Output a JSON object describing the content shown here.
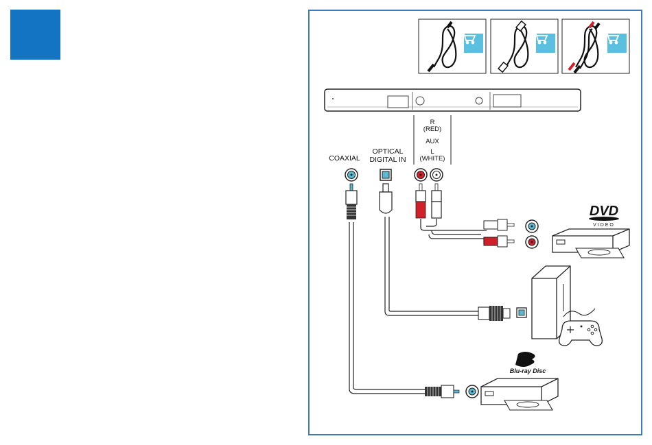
{
  "colors": {
    "badge": "#1474c4",
    "frame": "#3f7bb6",
    "cart": "#5bc0e0",
    "red": "#d0202a",
    "jack_cyan": "#5bb8d0"
  },
  "icons": [
    "cable-coaxial-icon",
    "cable-optical-icon",
    "cable-rca-icon",
    "cart-icon",
    "dvd-player-icon",
    "game-console-icon",
    "gamepad-icon",
    "bluray-player-icon",
    "dvd-logo",
    "bluray-logo"
  ],
  "labels": {
    "coaxial": "COAXIAL",
    "optical_line1": "OPTICAL",
    "optical_line2": "DIGITAL IN",
    "aux_r": "R",
    "aux_red": "(RED)",
    "aux": "AUX",
    "aux_l": "L",
    "aux_white": "(WHITE)"
  },
  "logos": {
    "dvd": "DVD",
    "dvd_sub": "VIDEO",
    "bluray": "Blu-ray Disc"
  }
}
